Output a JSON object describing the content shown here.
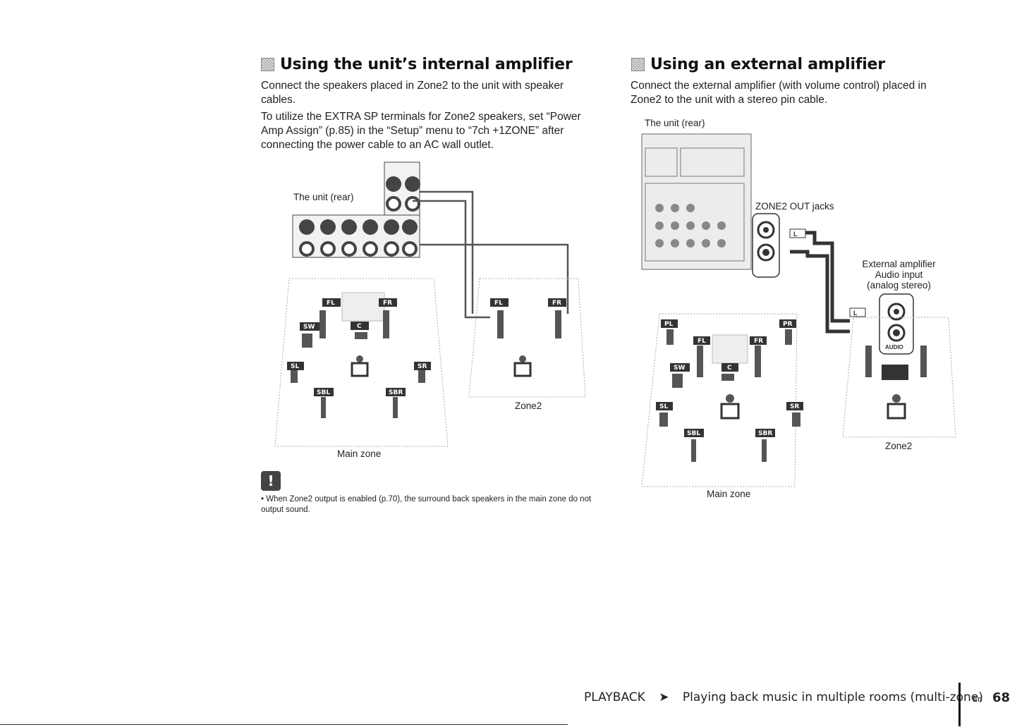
{
  "left": {
    "heading": "Using the unit’s internal amplifier",
    "para1": "Connect the speakers placed in Zone2 to the unit with speaker cables.",
    "para2": "To utilize the EXTRA SP terminals for Zone2 speakers, set “Power Amp Assign” (p.85) in the “Setup” menu to “7ch +1ZONE” after connecting the power cable to an AC wall outlet.",
    "unit_label": "The unit (rear)",
    "main_zone_label": "Main zone",
    "zone2_label": "Zone2",
    "note": "When Zone2 output is enabled (p.70), the surround back speakers in the main zone do not output sound."
  },
  "right": {
    "heading": "Using an external amplifier",
    "para1": "Connect the external amplifier (with volume control) placed in Zone2 to the unit with a stereo pin cable.",
    "unit_label": "The unit (rear)",
    "jacks_label": "ZONE2 OUT jacks",
    "amp_label_1": "External amplifier",
    "amp_label_2": "Audio input",
    "amp_label_3": "(analog stereo)",
    "main_zone_label": "Main zone",
    "zone2_label": "Zone2",
    "audio_label": "AUDIO"
  },
  "speaker_tags": {
    "fl": "FL",
    "fr": "FR",
    "c": "C",
    "sw": "SW",
    "sl": "SL",
    "sr": "SR",
    "sbl": "SBL",
    "sbr": "SBR",
    "pl": "PL",
    "pr": "PR",
    "l": "L"
  },
  "footer": {
    "section": "PLAYBACK",
    "arrow": "➤",
    "title": "Playing back music in multiple rooms (multi-zone)",
    "lang": "En",
    "page": "68"
  },
  "colors": {
    "tag_bg": "#333333",
    "line": "#555555"
  }
}
